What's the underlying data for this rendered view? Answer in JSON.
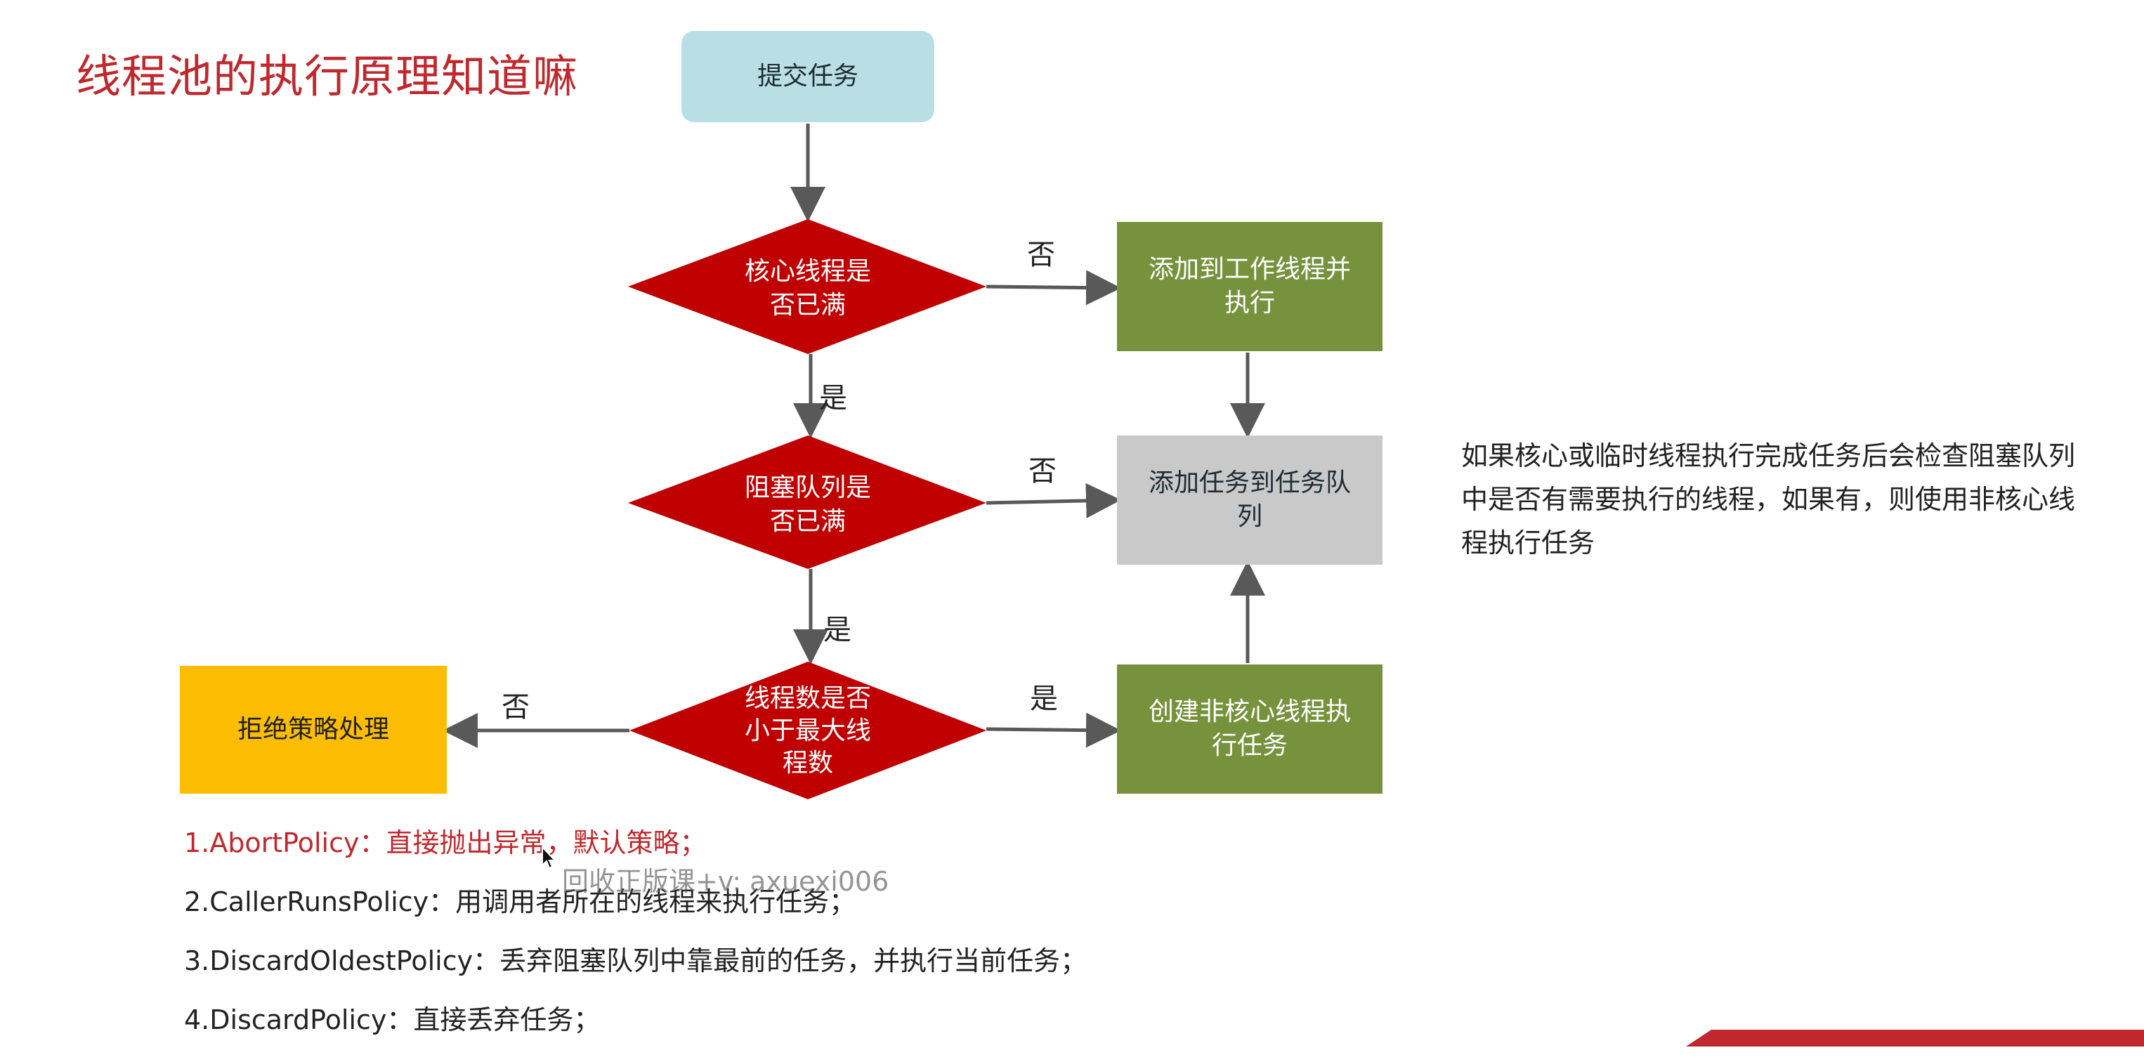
{
  "title": "线程池的执行原理知道嘛",
  "nodes": {
    "start": "提交任务",
    "core_full": [
      "核心线程是",
      "否已满"
    ],
    "add_worker": [
      "添加到工作线程并",
      "执行"
    ],
    "queue_full": [
      "阻塞队列是",
      "否已满"
    ],
    "add_queue": [
      "添加任务到任务队",
      "列"
    ],
    "max_threads": [
      "线程数是否",
      "小于最大线",
      "程数"
    ],
    "create_noncore": [
      "创建非核心线程执",
      "行任务"
    ],
    "reject": "拒绝策略处理"
  },
  "edges": {
    "core_no": "否",
    "core_yes": "是",
    "queue_no": "否",
    "queue_yes": "是",
    "max_yes": "是",
    "max_no": "否"
  },
  "note": "如果核心或临时线程执行完成任务后会检查阻塞队列中是否有需要执行的线程，如果有，则使用非核心线程执行任务",
  "policies": [
    "1.AbortPolicy：直接抛出异常，默认策略；",
    "2.CallerRunsPolicy：用调用者所在的线程来执行任务；",
    "3.DiscardOldestPolicy：丢弃阻塞队列中靠最前的任务，并执行当前任务；",
    "4.DiscardPolicy：直接丢弃任务；"
  ],
  "watermark": "回收正版课+v: axuexi006",
  "colors": {
    "title": "#c0282d",
    "decision": "#c00000",
    "action": "#76923c",
    "queue": "#c9c9c9",
    "start": "#b9dfe4",
    "reject": "#fdbd02",
    "arrow": "#595959"
  }
}
